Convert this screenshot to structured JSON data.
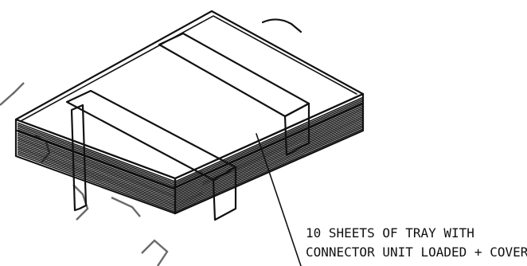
{
  "callout": {
    "line1": "10 SHEETS OF TRAY WITH",
    "line2": "CONNECTOR UNIT LOADED + COVER"
  },
  "drawing": {
    "subject": "strapped-tray-stack",
    "sheet_count": 10,
    "strap_count": 2
  },
  "colors": {
    "ink": "#111111",
    "paper": "#ffffff",
    "watermark": "#6a6a6a"
  }
}
